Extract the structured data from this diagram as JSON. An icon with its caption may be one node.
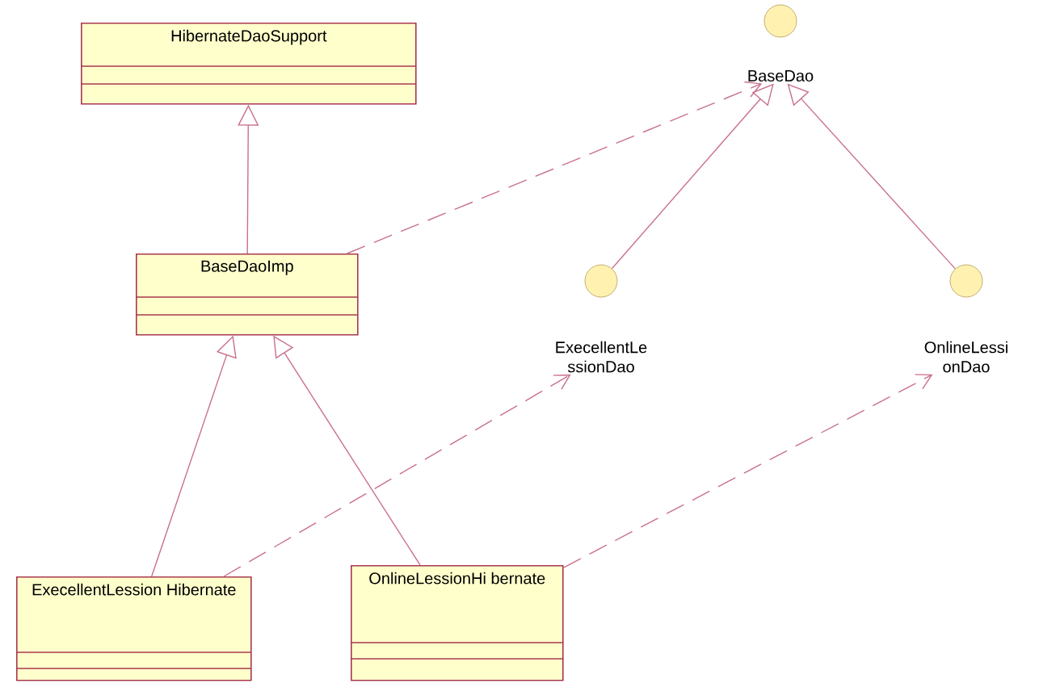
{
  "diagram": {
    "nodes": [
      {
        "text": [
          "HibernateDaoSupport"
        ]
      },
      {
        "text": [
          "BaseDaoImp"
        ]
      },
      {
        "text": [
          "BaseDao"
        ]
      },
      {
        "text": [
          "ExecellentLe ssionDao"
        ]
      },
      {
        "text": [
          "OnlineLessi onDao"
        ]
      },
      {
        "text": [
          "ExecellentLession Hibernate"
        ]
      },
      {
        "text": [
          "OnlineLessionHi bernate"
        ]
      }
    ],
    "edges": [
      {
        "from": 1,
        "to": 0,
        "arrow": "to"
      },
      {
        "from": 1,
        "to": 2,
        "arrow": "to",
        "style": "dashed"
      },
      {
        "from": 3,
        "to": 2,
        "arrow": "to"
      },
      {
        "from": 4,
        "to": 2,
        "arrow": "to"
      },
      {
        "from": 5,
        "to": 1,
        "arrow": "to"
      },
      {
        "from": 6,
        "to": 1,
        "arrow": "to"
      },
      {
        "from": 5,
        "to": 3,
        "arrow": "to",
        "style": "dashed"
      },
      {
        "from": 6,
        "to": 4,
        "arrow": "to",
        "style": "dashed"
      }
    ]
  }
}
